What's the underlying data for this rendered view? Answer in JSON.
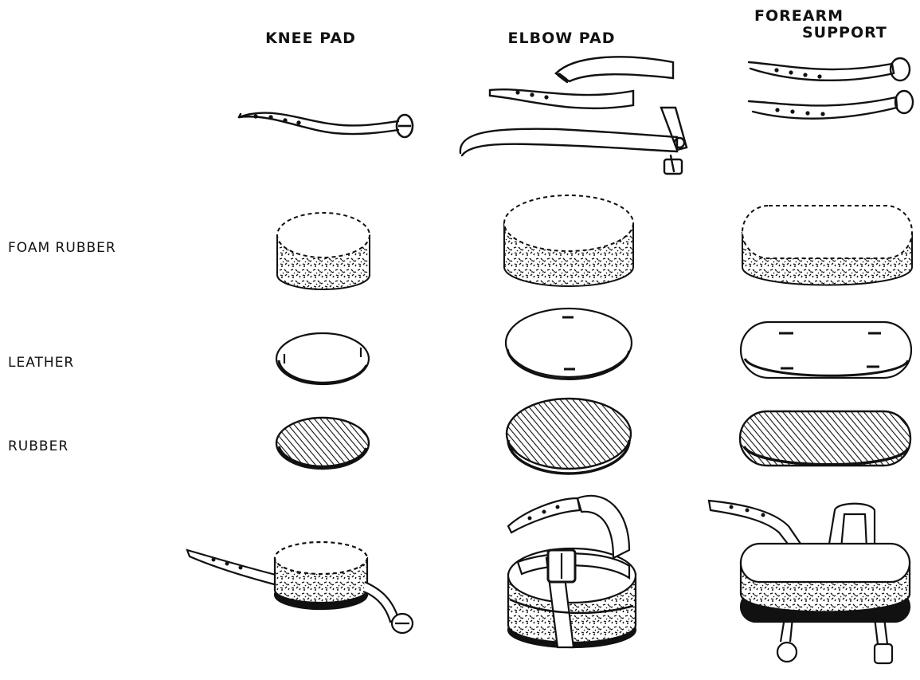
{
  "columns": {
    "knee": "KNEE PAD",
    "elbow": "ELBOW PAD",
    "forearm_line1": "FOREARM",
    "forearm_line2": "SUPPORT"
  },
  "rows": {
    "foam": "FOAM RUBBER",
    "leather": "LEATHER",
    "rubber": "RUBBER"
  },
  "colors": {
    "ink": "#111111",
    "paper": "#ffffff"
  },
  "icons": [
    "strap-icon",
    "buckle-icon",
    "foam-pad-icon",
    "leather-disc-icon",
    "rubber-disc-icon",
    "assembled-pad-icon"
  ]
}
